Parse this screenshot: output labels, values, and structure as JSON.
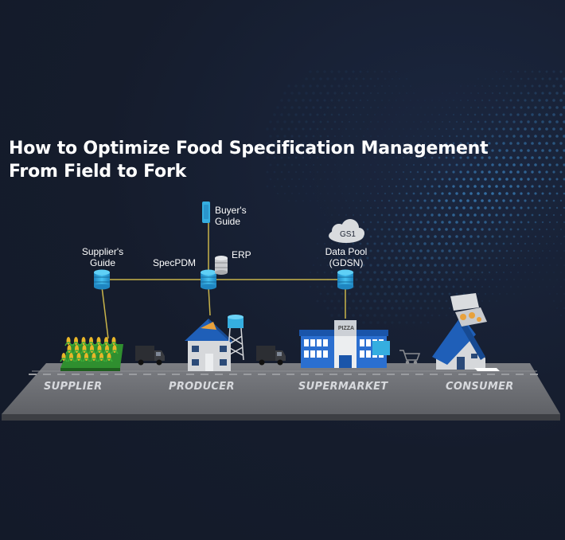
{
  "title": {
    "line1": "How to Optimize Food Specification Management",
    "line2": "From Field to Fork"
  },
  "nodes": {
    "buyers_guide": "Buyer's\nGuide",
    "suppliers_guide": "Supplier's\nGuide",
    "specpdm": "SpecPDM",
    "erp": "ERP",
    "gs1": "GS1",
    "data_pool": "Data Pool\n(GDSN)"
  },
  "stages": {
    "supplier": "SUPPLIER",
    "producer": "PRODUCER",
    "supermarket": "SUPERMARKET",
    "consumer": "CONSUMER"
  },
  "signs": {
    "pizza_sign": "PIZZA"
  },
  "colors": {
    "background": "#151c2c",
    "connector": "#c9b44a",
    "database": "#35aee0",
    "building_blue": "#1f5fb8",
    "road": "#6f7176"
  }
}
